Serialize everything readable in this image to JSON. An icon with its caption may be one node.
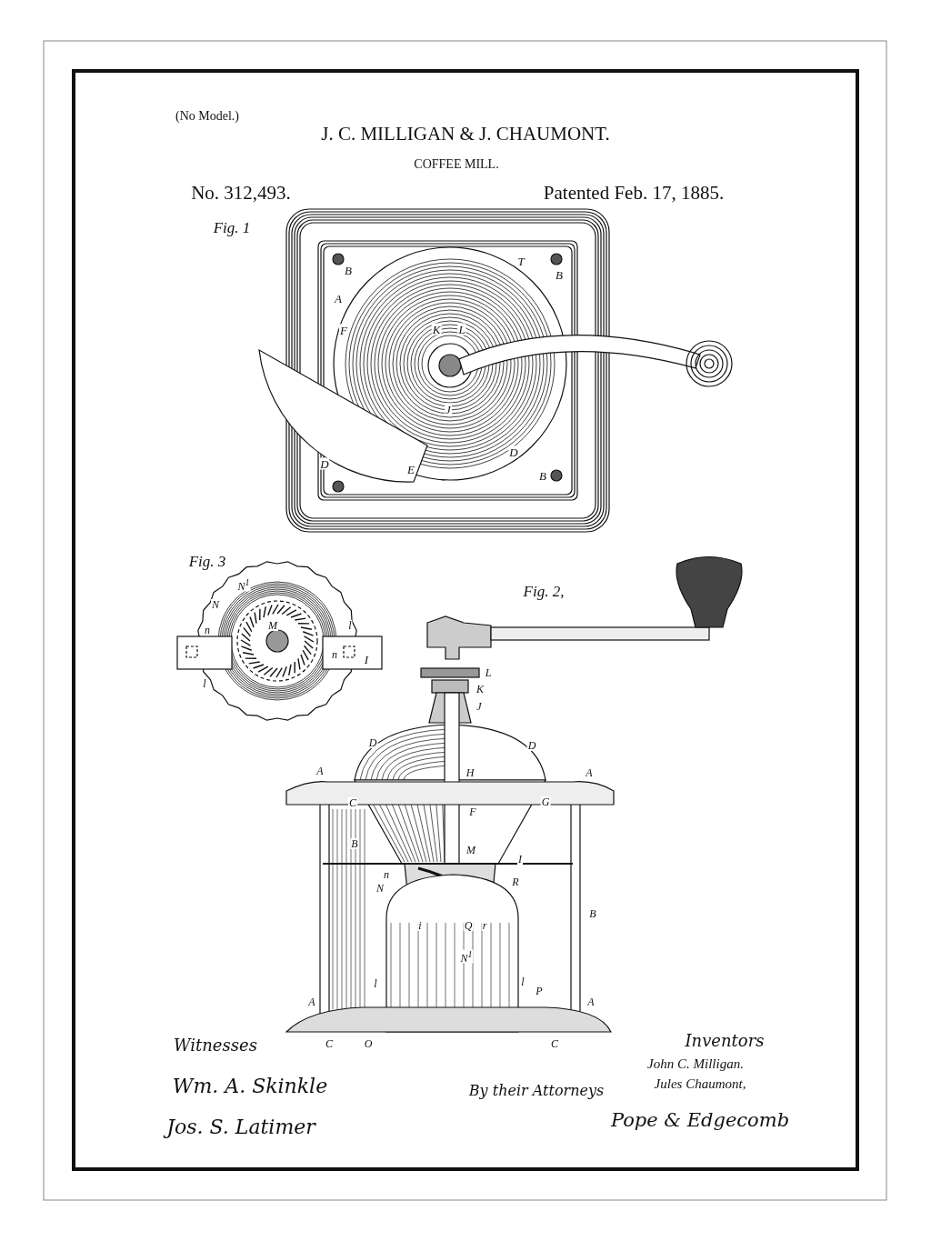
{
  "diagram": {
    "labels": [
      "(No Model.)",
      "J. C. MILLIGAN & J. CHAUMONT.",
      "COFFEE MILL.",
      "No. 312,493.",
      "Patented Feb. 17, 1885.",
      "Fig. 1",
      "B",
      "T",
      "B",
      "A",
      "F",
      "K",
      "L",
      "J",
      "D",
      "D",
      "E",
      "B",
      "Fig. 3",
      "N$^{1}$",
      "N",
      "n",
      "M",
      "l",
      "n",
      "I",
      "l",
      "Fig. 2,",
      "L",
      "K",
      "J",
      "D",
      "D",
      "A",
      "H",
      "A",
      "C",
      "F",
      "G",
      "B",
      "M",
      "I",
      "n",
      "N",
      "R",
      "i",
      "Q",
      "r",
      "B",
      "N$^{1}$",
      "l",
      "l",
      "P",
      "A",
      "A",
      "C",
      "O",
      "C",
      "Witnesses",
      "Inventors",
      "John C. Milligan.",
      "Jules Chaumont,",
      "By their Attorneys",
      "Wm. A. Skinkle",
      "Jos. S. Latimer",
      "Pope & Edgecomb"
    ]
  }
}
